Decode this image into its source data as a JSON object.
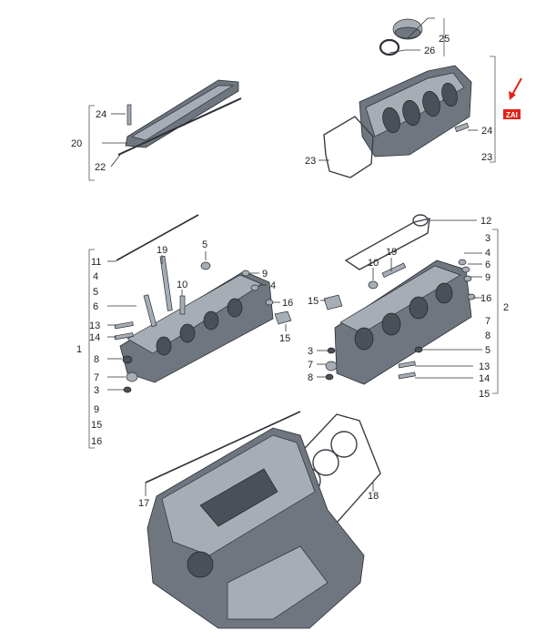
{
  "labels": {
    "top_right": [
      "25",
      "26",
      "24",
      "23",
      "23"
    ],
    "top_left": [
      "24",
      "20",
      "22"
    ],
    "left_head_column": [
      "11",
      "4",
      "5",
      "6",
      "13",
      "14",
      "1",
      "8",
      "7",
      "3",
      "9",
      "15",
      "16"
    ],
    "left_head_callouts": [
      "19",
      "5",
      "10",
      "9",
      "4",
      "16",
      "15"
    ],
    "right_head_column": [
      "12",
      "3",
      "4",
      "6",
      "9",
      "16",
      "2",
      "7",
      "8",
      "5",
      "13",
      "14",
      "15"
    ],
    "right_head_callouts": [
      "19",
      "10",
      "15",
      "3",
      "7",
      "8"
    ],
    "block": [
      "17",
      "18"
    ]
  },
  "badge": {
    "text": "ZAI",
    "color": "#e2231a"
  },
  "arrow": {
    "color": "#e2231a"
  },
  "colors": {
    "part": "#6f7680",
    "part_light": "#a7adb5",
    "line": "#333333"
  }
}
